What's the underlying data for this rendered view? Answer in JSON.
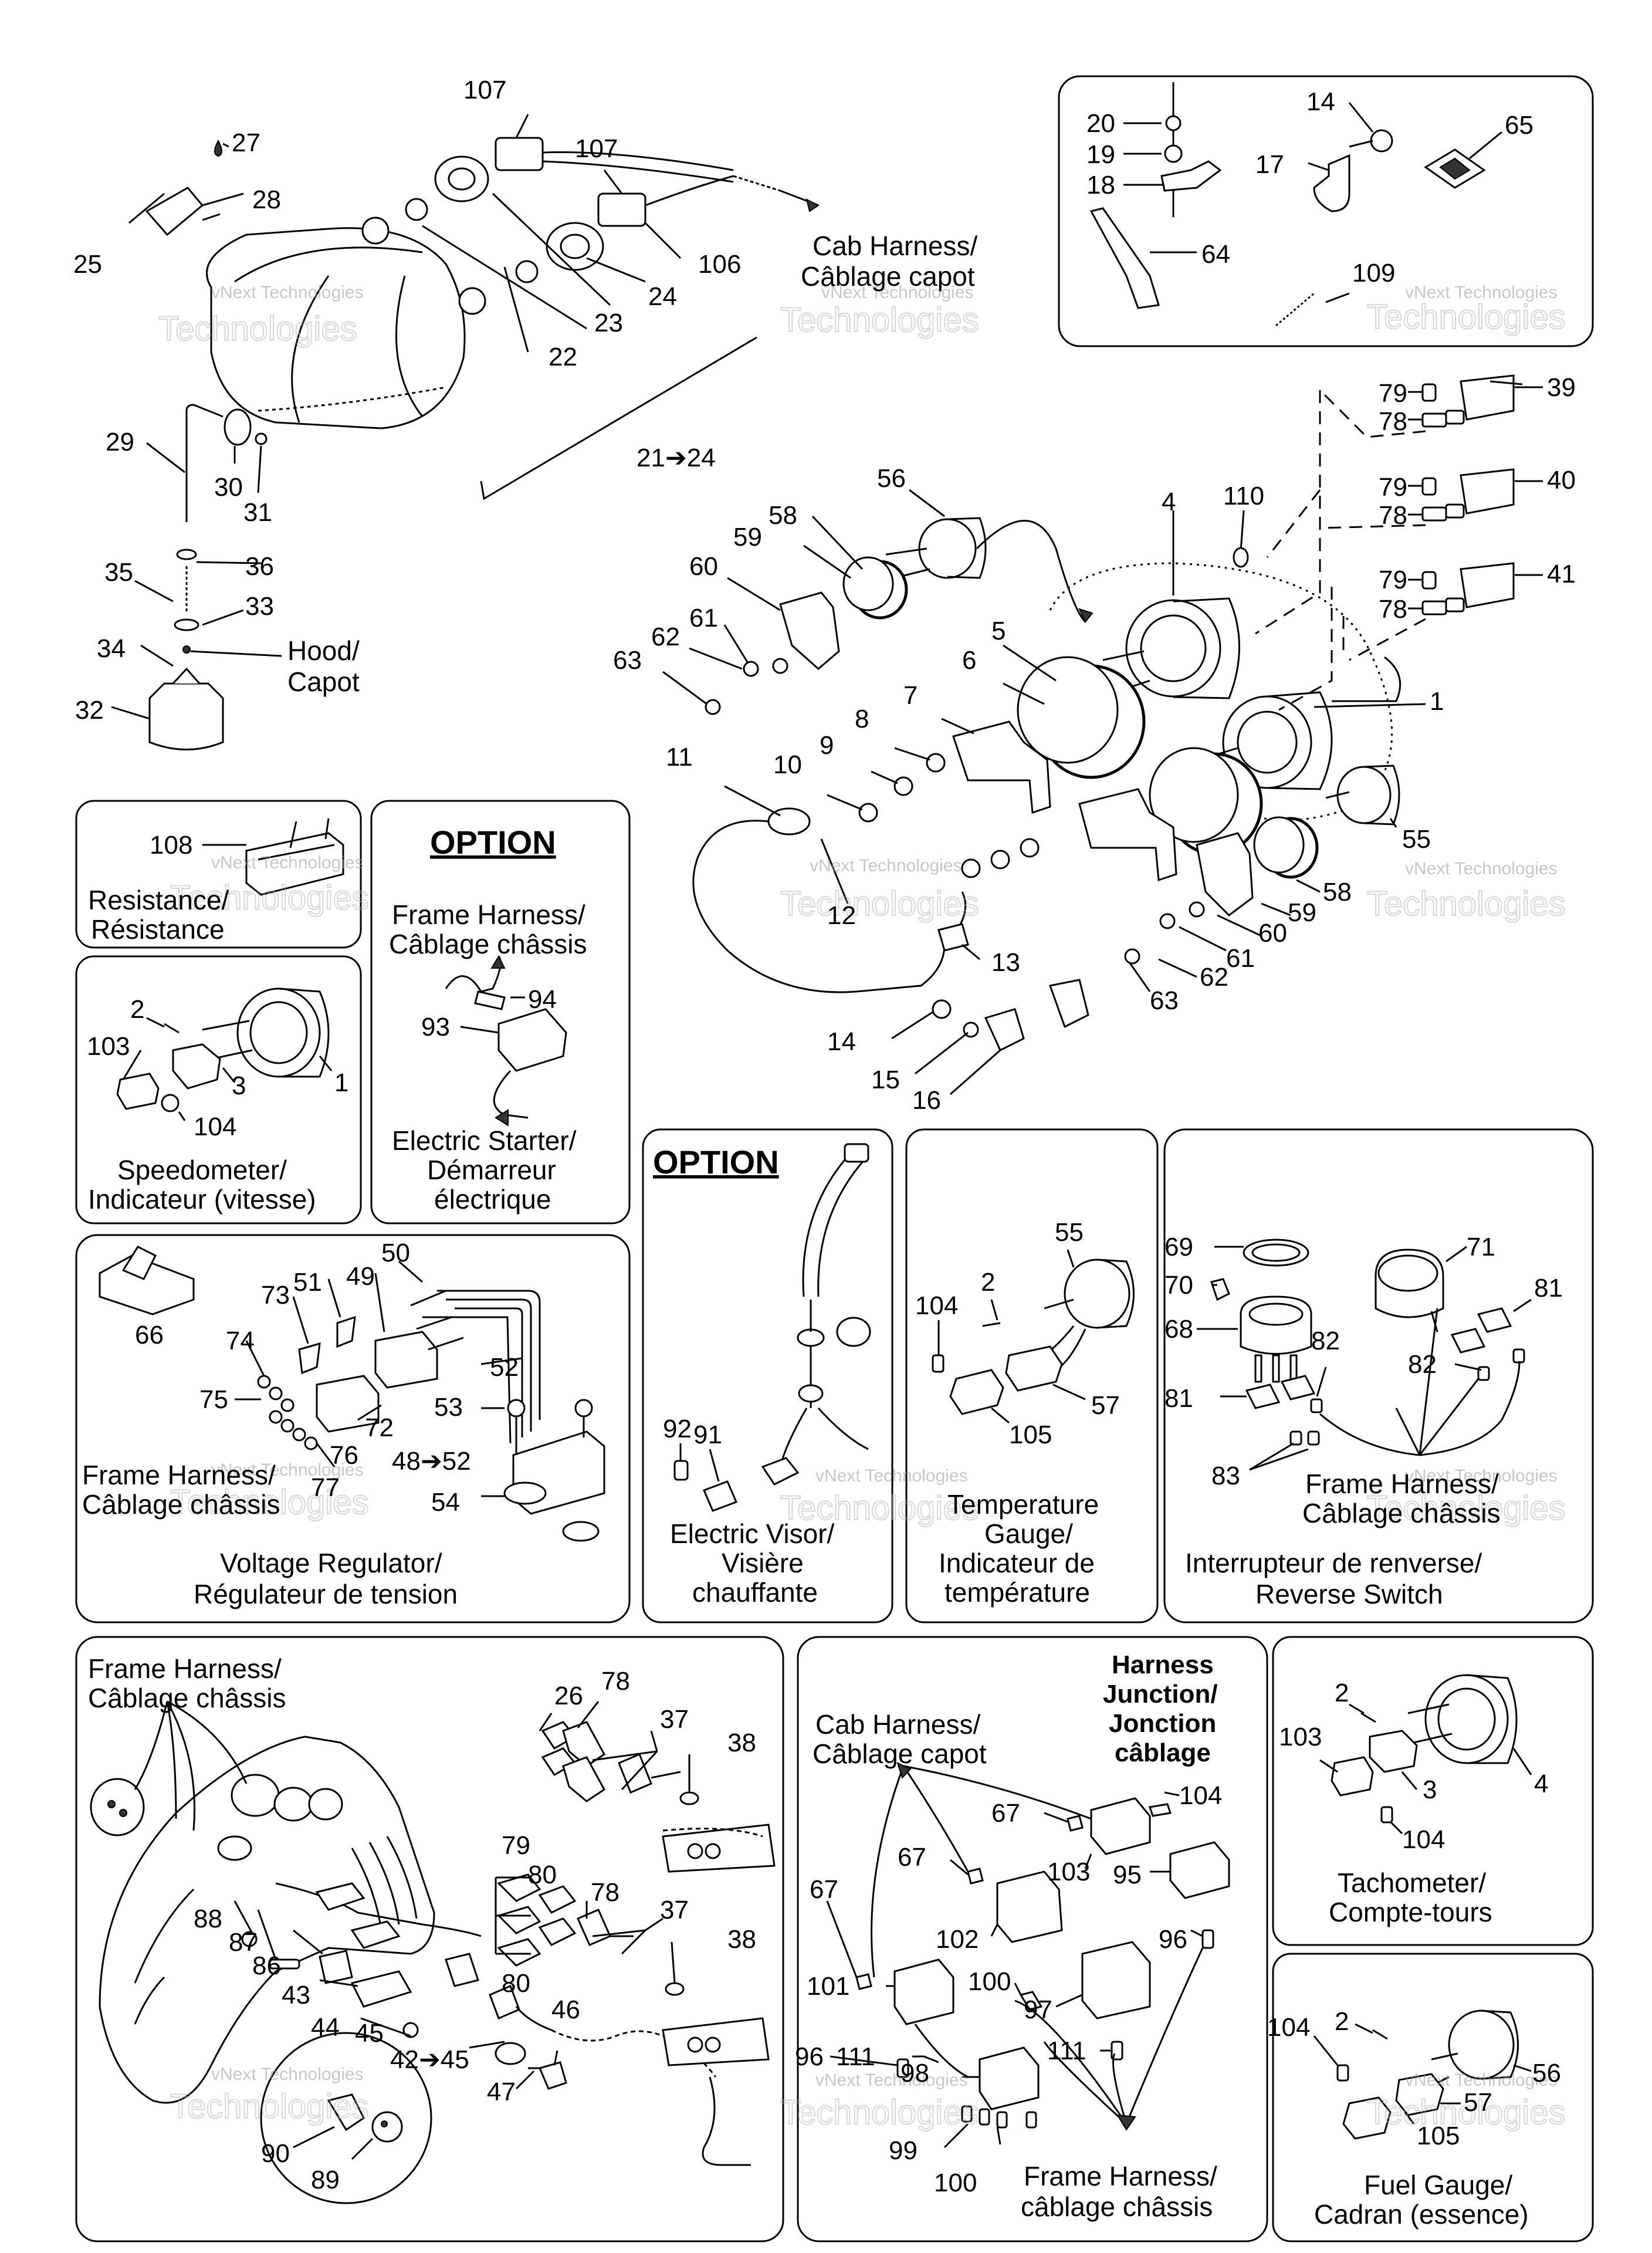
{
  "watermark": {
    "small": "vNext Technologies",
    "big": "Technologies"
  },
  "option_label": "OPTION",
  "callouts": {
    "c107a": "107",
    "c107b": "107",
    "c27": "27",
    "c28": "28",
    "c25": "25",
    "c22": "22",
    "c23": "23",
    "c24": "24",
    "c106": "106",
    "c21_24": "21➔24",
    "c29": "29",
    "c30": "30",
    "c31": "31",
    "c35": "35",
    "c36": "36",
    "c33": "33",
    "c34": "34",
    "c32": "32",
    "c20": "20",
    "c19": "19",
    "c18": "18",
    "c14a": "14",
    "c17": "17",
    "c65": "65",
    "c64": "64",
    "c109": "109",
    "c79a": "79",
    "c78a": "78",
    "c39": "39",
    "c79b": "79",
    "c78b": "78",
    "c40": "40",
    "c79c": "79",
    "c78c": "78",
    "c41": "41",
    "c110": "110",
    "c4a": "4",
    "c1a": "1",
    "c56a": "56",
    "c58a": "58",
    "c59a": "59",
    "c60a": "60",
    "c61a": "61",
    "c62a": "62",
    "c63a": "63",
    "c5": "5",
    "c6": "6",
    "c7": "7",
    "c8": "8",
    "c9": "9",
    "c10": "10",
    "c11": "11",
    "c12": "12",
    "c13": "13",
    "c14b": "14",
    "c15": "15",
    "c16": "16",
    "c55a": "55",
    "c58b": "58",
    "c59b": "59",
    "c60b": "60",
    "c61b": "61",
    "c62b": "62",
    "c63b": "63",
    "c108": "108",
    "c94": "94",
    "c93": "93",
    "c2a": "2",
    "c103a": "103",
    "c3a": "3",
    "c1b": "1",
    "c104a": "104",
    "c66": "66",
    "c51": "51",
    "c49": "49",
    "c50": "50",
    "c73": "73",
    "c74": "74",
    "c52a": "52",
    "c75": "75",
    "c72": "72",
    "c53": "53",
    "c76": "76",
    "c77": "77",
    "c48_52": "48➔52",
    "c54": "54",
    "c92": "92",
    "c91": "91",
    "c55b": "55",
    "c104b": "104",
    "c2b": "2",
    "c57a": "57",
    "c105a": "105",
    "c69": "69",
    "c70": "70",
    "c68": "68",
    "c71": "71",
    "c81a": "81",
    "c82a": "82",
    "c82b": "82",
    "c81b": "81",
    "c83": "83",
    "c26": "26",
    "c78d": "78",
    "c37a": "37",
    "c38a": "38",
    "c79d": "79",
    "c80a": "80",
    "c78e": "78",
    "c37b": "37",
    "c38b": "38",
    "c80b": "80",
    "c88": "88",
    "c87": "87",
    "c86": "86",
    "c43": "43",
    "c44": "44",
    "c45": "45",
    "c46": "46",
    "c42_45": "42➔45",
    "c47": "47",
    "c90": "90",
    "c89": "89",
    "c104c": "104",
    "c67a": "67",
    "c67b": "67",
    "c103b": "103",
    "c67c": "67",
    "c95": "95",
    "c102": "102",
    "c96a": "96",
    "c101": "101",
    "c100a": "100",
    "c97": "97",
    "c96b": "96",
    "c111a": "111",
    "c98": "98",
    "c111b": "111",
    "c99": "99",
    "c100b": "100",
    "c2c": "2",
    "c103c": "103",
    "c4b": "4",
    "c3b": "3",
    "c104d": "104",
    "c2d": "2",
    "c104e": "104",
    "c56b": "56",
    "c57b": "57",
    "c105b": "105"
  },
  "labels": {
    "cab_harness_top_1": "Cab Harness/",
    "cab_harness_top_2": "Câblage capot",
    "hood_1": "Hood/",
    "hood_2": "Capot",
    "resistance_1": "Resistance/",
    "resistance_2": "Résistance",
    "frame_harness_opt_1": "Frame Harness/",
    "frame_harness_opt_2": "Câblage châssis",
    "electric_starter_1": "Electric Starter/",
    "electric_starter_2": "Démarreur",
    "electric_starter_3": "électrique",
    "speedometer_1": "Speedometer/",
    "speedometer_2": "Indicateur (vitesse)",
    "frame_harness_vr_1": "Frame Harness/",
    "frame_harness_vr_2": "Câblage châssis",
    "voltage_regulator_1": "Voltage Regulator/",
    "voltage_regulator_2": "Régulateur de tension",
    "electric_visor_1": "Electric Visor/",
    "electric_visor_2": "Visière",
    "electric_visor_3": "chauffante",
    "temperature_1": "Temperature",
    "temperature_2": "Gauge/",
    "temperature_3": "Indicateur de",
    "temperature_4": "température",
    "frame_harness_rs_1": "Frame Harness/",
    "frame_harness_rs_2": "Câblage châssis",
    "reverse_switch_1": "Interrupteur de renverse/",
    "reverse_switch_2": "Reverse Switch",
    "frame_harness_bl_1": "Frame Harness/",
    "frame_harness_bl_2": "Câblage châssis",
    "cab_harness_bm_1": "Cab Harness/",
    "cab_harness_bm_2": "Câblage capot",
    "harness_junction_1": "Harness",
    "harness_junction_2": "Junction/",
    "harness_junction_3": "Jonction",
    "harness_junction_4": "câblage",
    "frame_harness_bm_1": "Frame Harness/",
    "frame_harness_bm_2": "câblage châssis",
    "tachometer_1": "Tachometer/",
    "tachometer_2": "Compte-tours",
    "fuel_gauge_1": "Fuel Gauge/",
    "fuel_gauge_2": "Cadran (essence)"
  }
}
